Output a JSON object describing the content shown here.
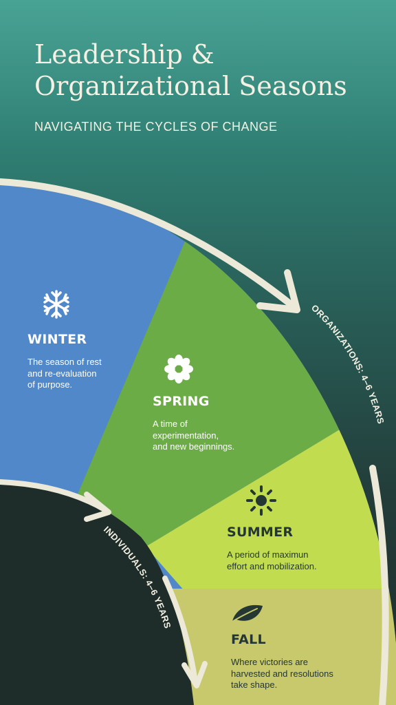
{
  "title_line1": "Leadership &",
  "title_line2": "Organizational Seasons",
  "subtitle": "NAVIGATING THE CYCLES OF CHANGE",
  "seasons": {
    "winter": {
      "name": "WINTER",
      "line1": "The season of rest",
      "line2": "and re-evaluation",
      "line3": "of purpose.",
      "color": "#5088c9",
      "icon": "snowflake-icon"
    },
    "spring": {
      "name": "SPRING",
      "line1": "A time of",
      "line2": "experimentation,",
      "line3": "and new beginnings.",
      "color": "#6cac47",
      "icon": "flower-icon"
    },
    "summer": {
      "name": "SUMMER",
      "line1": "A period of maximun",
      "line2": "effort and mobilization.",
      "color": "#c2dc4f",
      "icon": "sun-icon"
    },
    "fall": {
      "name": "FALL",
      "line1": "Where victories are",
      "line2": "harvested and resolutions",
      "line3": "take shape.",
      "color": "#c8c86c",
      "icon": "leaf-icon"
    }
  },
  "cycles": {
    "organizations": "ORGANIZATIONS: 4–6 YEARS",
    "individuals": "INDIVIDUALS: 4–6 YEARS"
  },
  "colors": {
    "arrow": "#ece9d8",
    "text_light": "#f4f1e4",
    "text_dark": "#243733"
  }
}
